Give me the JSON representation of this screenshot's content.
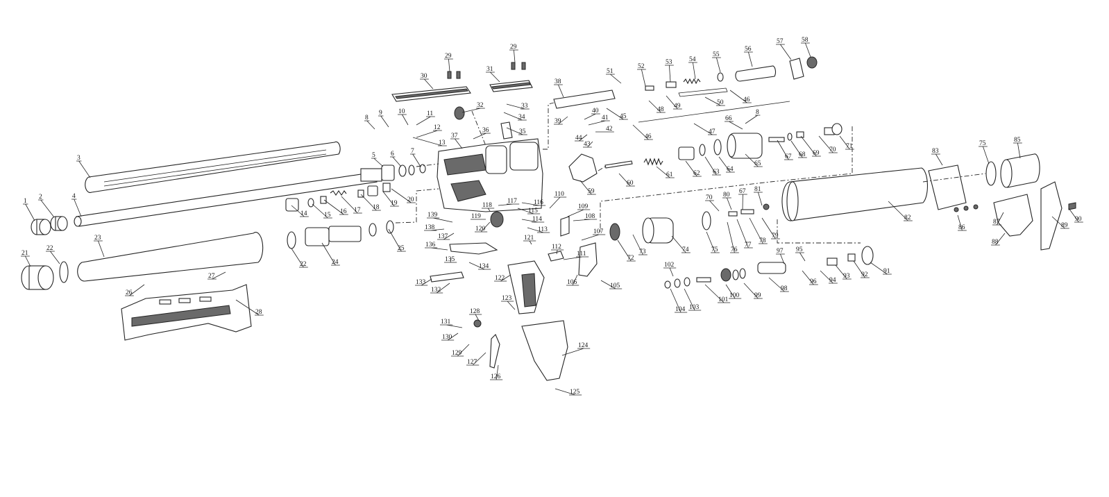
{
  "labels": [
    {
      "text": "1"
    },
    {
      "text": "2"
    },
    {
      "text": "3"
    },
    {
      "text": "4"
    },
    {
      "text": "5"
    },
    {
      "text": "6"
    },
    {
      "text": "7"
    },
    {
      "text": "8"
    },
    {
      "text": "9"
    },
    {
      "text": "10"
    },
    {
      "text": "11"
    },
    {
      "text": "12"
    },
    {
      "text": "13"
    },
    {
      "text": "14"
    },
    {
      "text": "15"
    },
    {
      "text": "16"
    },
    {
      "text": "17"
    },
    {
      "text": "18"
    },
    {
      "text": "19"
    },
    {
      "text": "20"
    },
    {
      "text": "21"
    },
    {
      "text": "22"
    },
    {
      "text": "22"
    },
    {
      "text": "23"
    },
    {
      "text": "24"
    },
    {
      "text": "25"
    },
    {
      "text": "26"
    },
    {
      "text": "27"
    },
    {
      "text": "28"
    },
    {
      "text": "29"
    },
    {
      "text": "29"
    },
    {
      "text": "30"
    },
    {
      "text": "31"
    },
    {
      "text": "32"
    },
    {
      "text": "33"
    },
    {
      "text": "34"
    },
    {
      "text": "35"
    },
    {
      "text": "36"
    },
    {
      "text": "37"
    },
    {
      "text": "38"
    },
    {
      "text": "39"
    },
    {
      "text": "40"
    },
    {
      "text": "41"
    },
    {
      "text": "42"
    },
    {
      "text": "43"
    },
    {
      "text": "44"
    },
    {
      "text": "45"
    },
    {
      "text": "46"
    },
    {
      "text": "46"
    },
    {
      "text": "47"
    },
    {
      "text": "48"
    },
    {
      "text": "49"
    },
    {
      "text": "50"
    },
    {
      "text": "51"
    },
    {
      "text": "52"
    },
    {
      "text": "53"
    },
    {
      "text": "54"
    },
    {
      "text": "55"
    },
    {
      "text": "56"
    },
    {
      "text": "57"
    },
    {
      "text": "58"
    },
    {
      "text": "59"
    },
    {
      "text": "60"
    },
    {
      "text": "61"
    },
    {
      "text": "62"
    },
    {
      "text": "63"
    },
    {
      "text": "64"
    },
    {
      "text": "65"
    },
    {
      "text": "66"
    },
    {
      "text": "67"
    },
    {
      "text": "67"
    },
    {
      "text": "68"
    },
    {
      "text": "69"
    },
    {
      "text": "70"
    },
    {
      "text": "70"
    },
    {
      "text": "71"
    },
    {
      "text": "72"
    },
    {
      "text": "73"
    },
    {
      "text": "74"
    },
    {
      "text": "75"
    },
    {
      "text": "75"
    },
    {
      "text": "76"
    },
    {
      "text": "77"
    },
    {
      "text": "78"
    },
    {
      "text": "79"
    },
    {
      "text": "80"
    },
    {
      "text": "81"
    },
    {
      "text": "82"
    },
    {
      "text": "83"
    },
    {
      "text": "85"
    },
    {
      "text": "86"
    },
    {
      "text": "87"
    },
    {
      "text": "88"
    },
    {
      "text": "89"
    },
    {
      "text": "90"
    },
    {
      "text": "91"
    },
    {
      "text": "92"
    },
    {
      "text": "93"
    },
    {
      "text": "94"
    },
    {
      "text": "95"
    },
    {
      "text": "96"
    },
    {
      "text": "97"
    },
    {
      "text": "98"
    },
    {
      "text": "99"
    },
    {
      "text": "100"
    },
    {
      "text": "101"
    },
    {
      "text": "102"
    },
    {
      "text": "103"
    },
    {
      "text": "104"
    },
    {
      "text": "105"
    },
    {
      "text": "106"
    },
    {
      "text": "107"
    },
    {
      "text": "108"
    },
    {
      "text": "109"
    },
    {
      "text": "110"
    },
    {
      "text": "111"
    },
    {
      "text": "112"
    },
    {
      "text": "113"
    },
    {
      "text": "114"
    },
    {
      "text": "115"
    },
    {
      "text": "116"
    },
    {
      "text": "117"
    },
    {
      "text": "118"
    },
    {
      "text": "119"
    },
    {
      "text": "120"
    },
    {
      "text": "121"
    },
    {
      "text": "122"
    },
    {
      "text": "123"
    },
    {
      "text": "124"
    },
    {
      "text": "125"
    },
    {
      "text": "126"
    },
    {
      "text": "127"
    },
    {
      "text": "128"
    },
    {
      "text": "129"
    },
    {
      "text": "130"
    },
    {
      "text": "131"
    },
    {
      "text": "132"
    },
    {
      "text": "133"
    },
    {
      "text": "134"
    },
    {
      "text": "135"
    },
    {
      "text": "136"
    },
    {
      "text": "137"
    },
    {
      "text": "138"
    },
    {
      "text": "139"
    },
    {
      "text": "8"
    }
  ],
  "colors": {
    "line": "#222222",
    "background": "#ffffff",
    "shade": "#6a6a6a"
  }
}
